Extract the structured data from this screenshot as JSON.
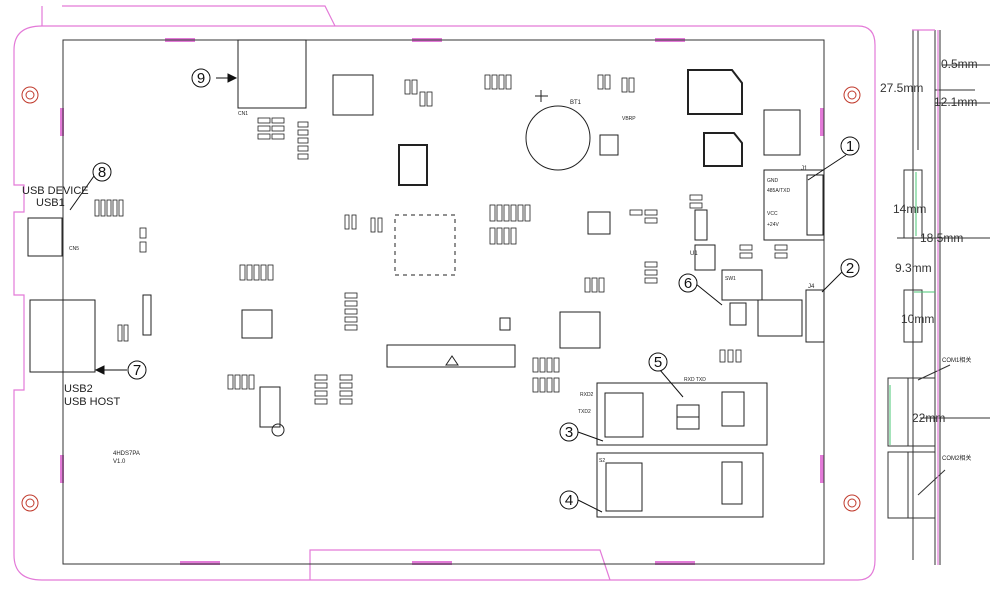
{
  "accent_color": "#e37ad8",
  "callouts": {
    "c1": "1",
    "c2": "2",
    "c3": "3",
    "c4": "4",
    "c5": "5",
    "c6": "6",
    "c7": "7",
    "c8": "8",
    "c9": "9"
  },
  "ports": {
    "usb_device": "USB DEVICE",
    "usb1": "USB1",
    "usb2": "USB2",
    "usb_host": "USB HOST"
  },
  "dimensions": {
    "d1": "0.5mm",
    "d2": "27.5mm",
    "d3": "12.1mm",
    "d4": "14mm",
    "d5": "18.5mm",
    "d6": "9.3mm",
    "d7": "10mm",
    "d8": "22mm"
  },
  "side_labels": {
    "com1": "COM1相关",
    "com2": "COM2相关"
  },
  "silkscreen": {
    "board_name": "4HDS7PA",
    "board_ver": "V1.0",
    "bt1": "BT1",
    "u1": "U1",
    "j1": "J1",
    "j4": "J4",
    "rs485": "485A/TXD",
    "gnd": "GND",
    "plus24v": "+24V",
    "vcc": "VCC",
    "vbrp": "VBRP",
    "sw1": "SW1",
    "rx_tx": "RXD   TXD",
    "txd": "TXD2",
    "rxd": "RXD2",
    "s2": "S2",
    "cn1": "CN1",
    "cn5": "CN5"
  }
}
